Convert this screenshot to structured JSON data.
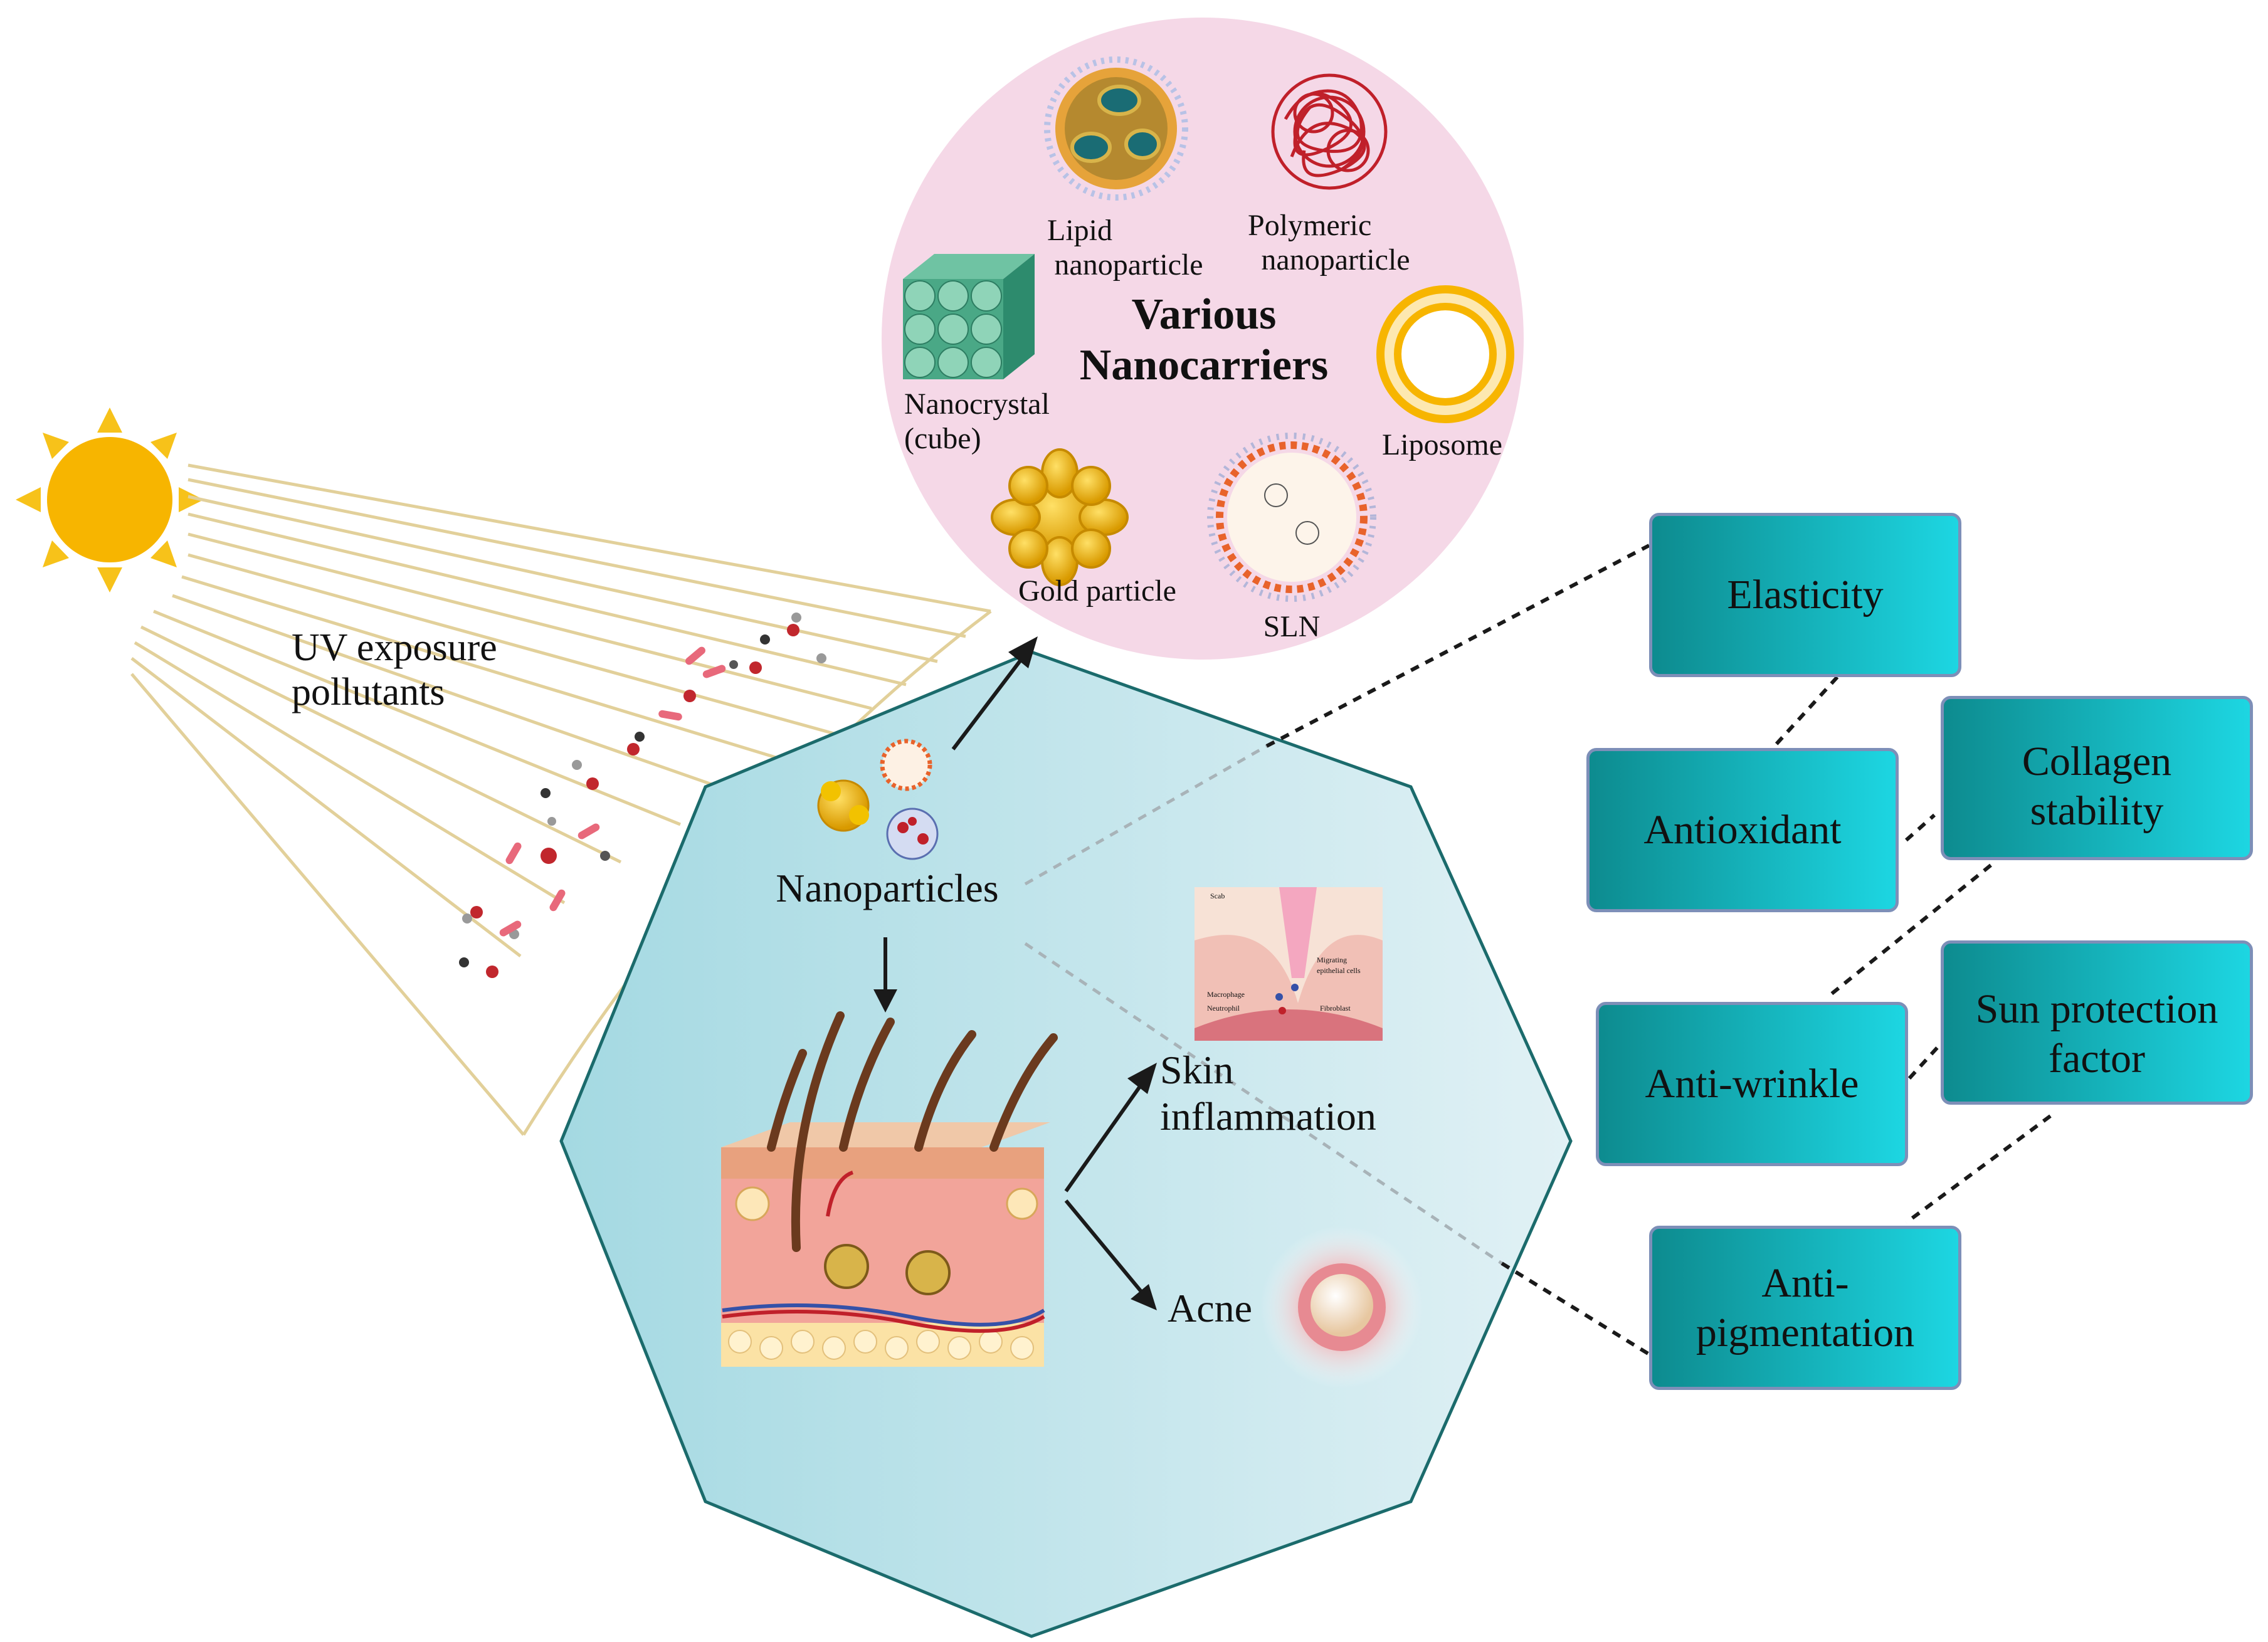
{
  "diagram": {
    "nanocarriers": {
      "title_line1": "Various",
      "title_line2": "Nanocarriers",
      "lipid_line1": "Lipid",
      "lipid_line2": "nanoparticle",
      "polymeric_line1": "Polymeric",
      "polymeric_line2": "nanoparticle",
      "nanocrystal_line1": "Nanocrystal",
      "nanocrystal_line2": "(cube)",
      "liposome": "Liposome",
      "gold": "Gold particle",
      "sln": "SLN"
    },
    "exposure": {
      "line1": "UV exposure",
      "line2": "pollutants"
    },
    "center": {
      "nanoparticles": "Nanoparticles",
      "skin_line1": "Skin",
      "skin_line2": "inflammation",
      "acne": "Acne"
    },
    "inset_labels": {
      "scab": "Scab",
      "migrating": "Migrating",
      "epithelial": "epithelial cells",
      "macrophage": "Macrophage",
      "neutrophil": "Neutrophil",
      "fibroblast": "Fibroblast"
    },
    "benefits": {
      "elasticity": "Elasticity",
      "antioxidant": "Antioxidant",
      "collagen": "Collagen\nstability",
      "antiwrinkle": "Anti-wrinkle",
      "spf": "Sun protection\nfactor",
      "antipigmentation": "Anti-\npigmentation"
    },
    "colors": {
      "sun": "#f7b500",
      "rays": "#e2d09a",
      "circle": "#f5d8e7",
      "octagon": "#a9dce4",
      "box_dark": "#0e8c90",
      "box_light": "#1ad3df"
    }
  }
}
